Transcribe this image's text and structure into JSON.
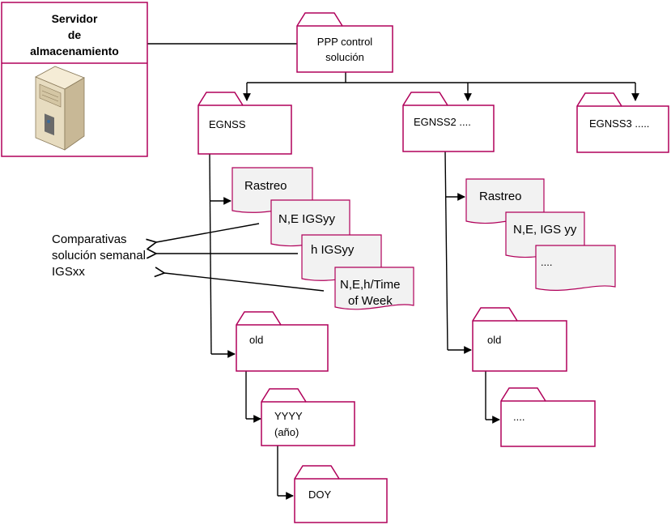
{
  "colors": {
    "border": "#b0005a",
    "doc_fill": "#f2f2f2",
    "line": "#000000"
  },
  "server": {
    "title_lines": [
      "Servidor",
      "de",
      "almacenamiento"
    ],
    "icon": "server-tower-icon"
  },
  "folders": {
    "ppp": {
      "lines": [
        "PPP control",
        "solución"
      ]
    },
    "egnss": "EGNSS",
    "egnss2": "EGNSS2 ....",
    "egnss3": "EGNSS3 .....",
    "old1": "old",
    "yyyy": {
      "lines": [
        "YYYY",
        "(año)"
      ]
    },
    "doy": "DOY",
    "old2": "old",
    "dots": "...."
  },
  "docs_left": {
    "rastreo": "Rastreo",
    "ne": "N,E IGSyy",
    "h": "h IGSyy",
    "neh": {
      "lines": [
        "N,E,h/Time",
        "of Week"
      ]
    }
  },
  "docs_right": {
    "rastreo": "Rastreo",
    "ne": "N,E, IGS yy",
    "dots": "...."
  },
  "comparison": {
    "lines": [
      "Comparativas",
      "solución semanal",
      "IGSxx"
    ]
  }
}
